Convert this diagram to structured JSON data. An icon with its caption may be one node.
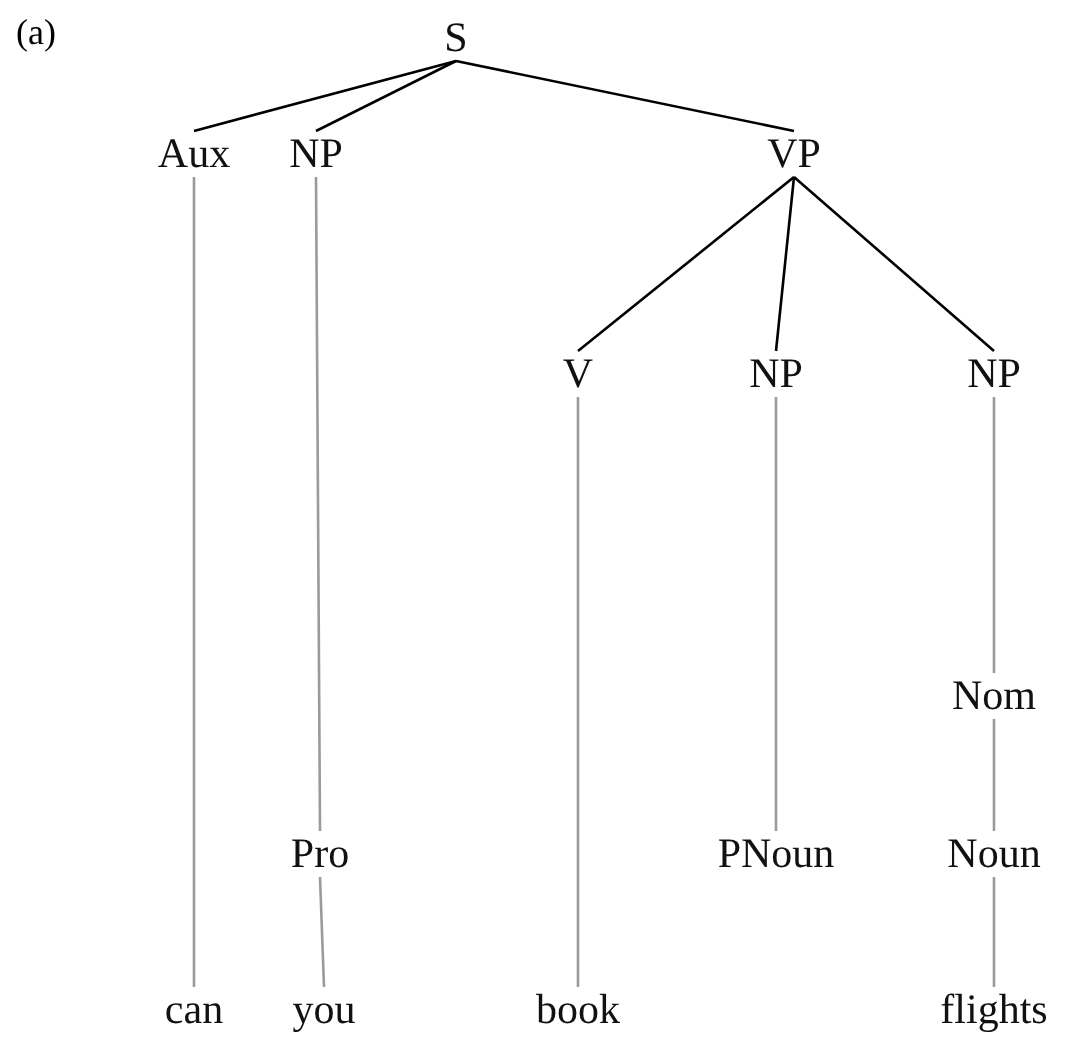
{
  "diagram": {
    "nodes": [
      {
        "text": [
          "S"
        ]
      },
      {
        "text": [
          "Aux"
        ]
      },
      {
        "text": [
          "NP"
        ]
      },
      {
        "text": [
          "VP"
        ]
      },
      {
        "text": [
          "V"
        ]
      },
      {
        "text": [
          "NP"
        ]
      },
      {
        "text": [
          "NP"
        ]
      },
      {
        "text": [
          "Nom"
        ]
      },
      {
        "text": [
          "Pro"
        ]
      },
      {
        "text": [
          "PNoun"
        ]
      },
      {
        "text": [
          "Noun"
        ]
      },
      {
        "text": [
          "can"
        ]
      },
      {
        "text": [
          "you"
        ]
      },
      {
        "text": [
          "book"
        ]
      },
      {
        "text": [
          "flights"
        ]
      }
    ],
    "edges": [
      {
        "from": 0,
        "to": 1,
        "arrow": "none",
        "color": "#000000"
      },
      {
        "from": 0,
        "to": 2,
        "arrow": "none",
        "color": "#000000"
      },
      {
        "from": 0,
        "to": 3,
        "arrow": "none",
        "color": "#000000"
      },
      {
        "from": 3,
        "to": 4,
        "arrow": "none",
        "color": "#000000"
      },
      {
        "from": 3,
        "to": 5,
        "arrow": "none",
        "color": "#000000"
      },
      {
        "from": 3,
        "to": 6,
        "arrow": "none",
        "color": "#000000"
      },
      {
        "from": 1,
        "to": 11,
        "arrow": "none"
      },
      {
        "from": 2,
        "to": 8,
        "arrow": "none"
      },
      {
        "from": 8,
        "to": 12,
        "arrow": "none"
      },
      {
        "from": 4,
        "to": 13,
        "arrow": "none"
      },
      {
        "from": 5,
        "to": 9,
        "arrow": "none"
      },
      {
        "from": 6,
        "to": 7,
        "arrow": "none"
      },
      {
        "from": 7,
        "to": 10,
        "arrow": "none"
      },
      {
        "from": 10,
        "to": 14,
        "arrow": "none"
      }
    ],
    "labels": [
      "(a)"
    ]
  }
}
